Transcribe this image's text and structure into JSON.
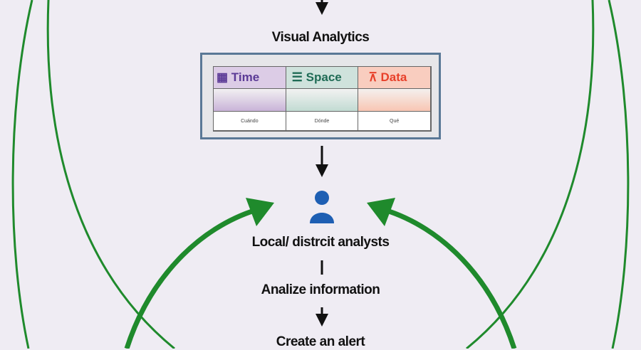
{
  "title": "Visual Analytics",
  "columns": [
    {
      "label": "Time",
      "sub": "Cuándo",
      "color": "#5b3a96",
      "bg": "#dccce6"
    },
    {
      "label": "Space",
      "sub": "Dónde",
      "color": "#1f6b55",
      "bg": "#cfe2dc"
    },
    {
      "label": "Data",
      "sub": "Qué",
      "color": "#e8402a",
      "bg": "#f9cdbf"
    }
  ],
  "steps": [
    "Local/ distrcit analysts",
    "Analize information",
    "Create an alert"
  ],
  "colors": {
    "green": "#1f8a2c",
    "user": "#1e5fb3"
  }
}
